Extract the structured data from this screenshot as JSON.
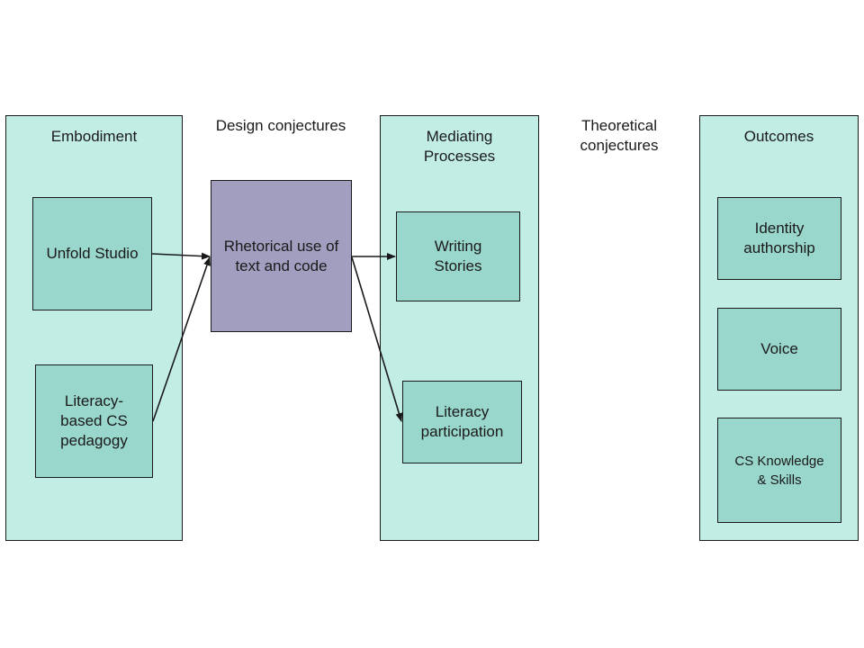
{
  "columns": {
    "embodiment": {
      "title": "Embodiment"
    },
    "mediating": {
      "title": "Mediating Processes"
    },
    "outcomes": {
      "title": "Outcomes"
    }
  },
  "labels": {
    "design_conjectures": "Design conjectures",
    "theoretical_conjectures": "Theoretical conjectures"
  },
  "boxes": {
    "unfold_studio": "Unfold Studio",
    "literacy_cs_pedagogy": "Literacy-based CS pedagogy",
    "rhetorical_use": "Rhetorical use of text and code",
    "writing_stories": "Writing Stories",
    "literacy_participation": "Literacy participation",
    "identity_authorship": "Identity authorship",
    "voice": "Voice",
    "cs_knowledge": "CS Knowledge & Skills"
  },
  "colors": {
    "column_fill": "#c2ede5",
    "box_fill": "#99d6cb",
    "center_box_fill": "#a19ec0",
    "stroke": "#1a1a1a"
  }
}
